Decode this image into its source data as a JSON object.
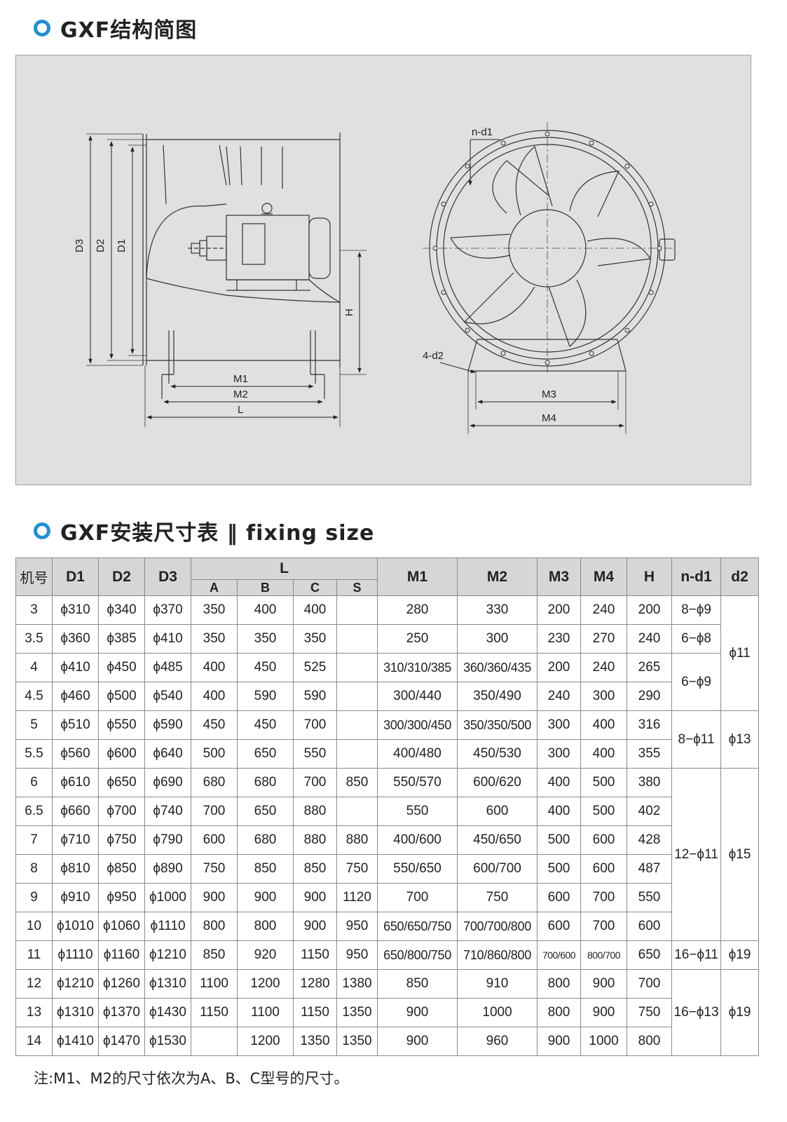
{
  "structure_title": "GXF结构简图",
  "size_title": "GXF安装尺寸表 ‖ fixing size",
  "drawing_labels": {
    "d3": "D3",
    "d2": "D2",
    "d1": "D1",
    "h": "H",
    "m1": "M1",
    "m2": "M2",
    "l": "L",
    "nd1": "n-d1",
    "fourd2": "4-d2",
    "m3": "M3",
    "m4": "M4"
  },
  "table": {
    "headers": {
      "no": "机号",
      "d1": "D1",
      "d2": "D2",
      "d3": "D3",
      "l": "L",
      "a": "A",
      "b": "B",
      "c": "C",
      "s": "S",
      "m1": "M1",
      "m2": "M2",
      "m3": "M3",
      "m4": "M4",
      "h": "H",
      "nd1": "n-d1",
      "dd2": "d2"
    },
    "rows": [
      [
        "3",
        "ϕ310",
        "ϕ340",
        "ϕ370",
        "350",
        "400",
        "400",
        "",
        "280",
        "330",
        "200",
        "240",
        "200"
      ],
      [
        "3.5",
        "ϕ360",
        "ϕ385",
        "ϕ410",
        "350",
        "350",
        "350",
        "",
        "250",
        "300",
        "230",
        "270",
        "240"
      ],
      [
        "4",
        "ϕ410",
        "ϕ450",
        "ϕ485",
        "400",
        "450",
        "525",
        "",
        "310/310/385",
        "360/360/435",
        "200",
        "240",
        "265"
      ],
      [
        "4.5",
        "ϕ460",
        "ϕ500",
        "ϕ540",
        "400",
        "590",
        "590",
        "",
        "300/440",
        "350/490",
        "240",
        "300",
        "290"
      ],
      [
        "5",
        "ϕ510",
        "ϕ550",
        "ϕ590",
        "450",
        "450",
        "700",
        "",
        "300/300/450",
        "350/350/500",
        "300",
        "400",
        "316"
      ],
      [
        "5.5",
        "ϕ560",
        "ϕ600",
        "ϕ640",
        "500",
        "650",
        "550",
        "",
        "400/480",
        "450/530",
        "300",
        "400",
        "355"
      ],
      [
        "6",
        "ϕ610",
        "ϕ650",
        "ϕ690",
        "680",
        "680",
        "700",
        "850",
        "550/570",
        "600/620",
        "400",
        "500",
        "380"
      ],
      [
        "6.5",
        "ϕ660",
        "ϕ700",
        "ϕ740",
        "700",
        "650",
        "880",
        "",
        "550",
        "600",
        "400",
        "500",
        "402"
      ],
      [
        "7",
        "ϕ710",
        "ϕ750",
        "ϕ790",
        "600",
        "680",
        "880",
        "880",
        "400/600",
        "450/650",
        "500",
        "600",
        "428"
      ],
      [
        "8",
        "ϕ810",
        "ϕ850",
        "ϕ890",
        "750",
        "850",
        "850",
        "750",
        "550/650",
        "600/700",
        "500",
        "600",
        "487"
      ],
      [
        "9",
        "ϕ910",
        "ϕ950",
        "ϕ1000",
        "900",
        "900",
        "900",
        "1120",
        "700",
        "750",
        "600",
        "700",
        "550"
      ],
      [
        "10",
        "ϕ1010",
        "ϕ1060",
        "ϕ1110",
        "800",
        "800",
        "900",
        "950",
        "650/650/750",
        "700/700/800",
        "600",
        "700",
        "600"
      ],
      [
        "11",
        "ϕ1110",
        "ϕ1160",
        "ϕ1210",
        "850",
        "920",
        "1150",
        "950",
        "650/800/750",
        "710/860/800",
        "700/600",
        "800/700",
        "650"
      ],
      [
        "12",
        "ϕ1210",
        "ϕ1260",
        "ϕ1310",
        "1100",
        "1200",
        "1280",
        "1380",
        "850",
        "910",
        "800",
        "900",
        "700"
      ],
      [
        "13",
        "ϕ1310",
        "ϕ1370",
        "ϕ1430",
        "1150",
        "1100",
        "1150",
        "1350",
        "900",
        "1000",
        "800",
        "900",
        "750"
      ],
      [
        "14",
        "ϕ1410",
        "ϕ1470",
        "ϕ1530",
        "",
        "1200",
        "1350",
        "1350",
        "900",
        "960",
        "900",
        "1000",
        "800"
      ]
    ],
    "merged": {
      "nd1_r1": "8−ϕ9",
      "nd1_r2": "6−ϕ8",
      "nd1_r3_4": "6−ϕ9",
      "nd1_r5_6": "8−ϕ11",
      "nd1_r7_12": "12−ϕ11",
      "nd1_r13": "16−ϕ11",
      "nd1_r14_16": "16−ϕ13",
      "d2_r1_4": "ϕ11",
      "d2_r5_6": "ϕ13",
      "d2_r7_12": "ϕ15",
      "d2_r13": "ϕ19",
      "d2_r14_16": "ϕ19"
    }
  },
  "note": "注:M1、M2的尺寸依次为A、B、C型号的尺寸。"
}
